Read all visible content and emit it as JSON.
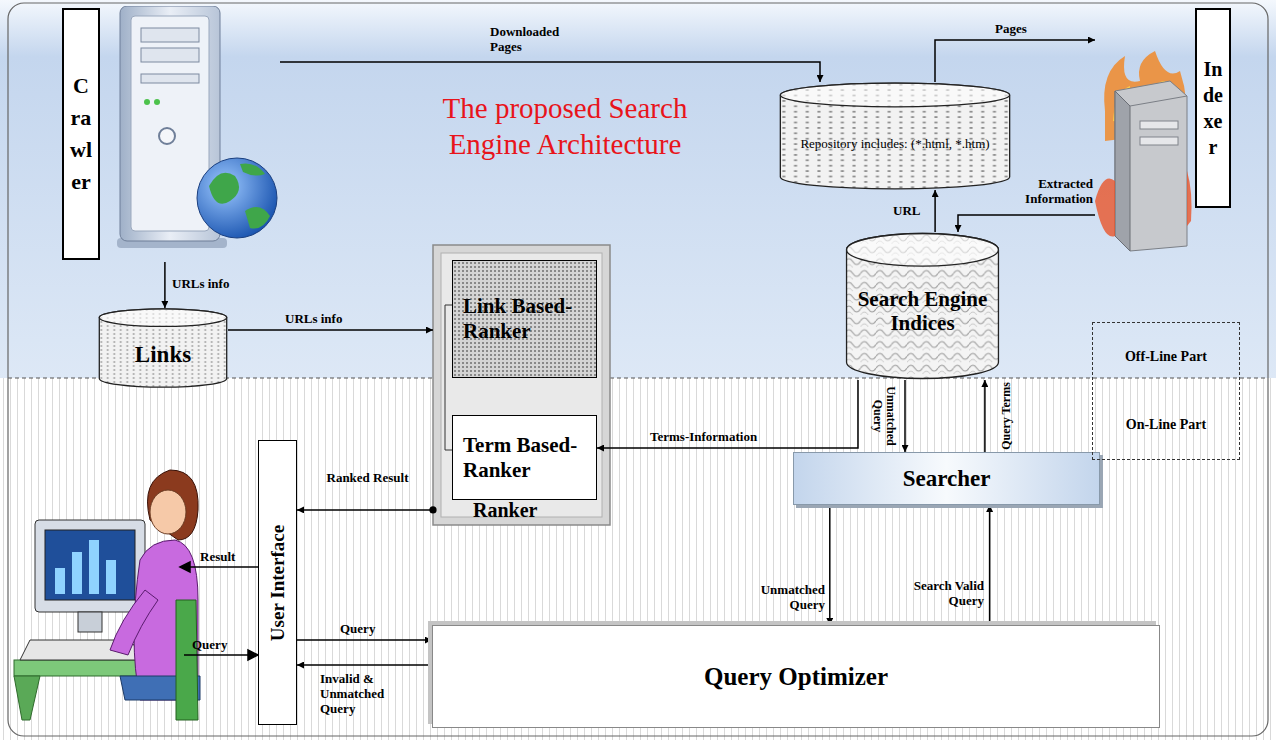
{
  "diagram": {
    "title": "The proposed Search Engine Architecture",
    "nodes": [
      {
        "text": [
          "Crawler"
        ]
      },
      {
        "text": [
          "Links"
        ]
      },
      {
        "text": [
          "Repository includes: (*.html, *.htm)"
        ]
      },
      {
        "text": [
          "Indexer"
        ]
      },
      {
        "text": [
          "Search Engine Indices"
        ]
      },
      {
        "text": [
          "Ranker"
        ]
      },
      {
        "text": [
          "Link Based-Ranker"
        ],
        "in": 5
      },
      {
        "text": [
          "Term Based-Ranker"
        ],
        "in": 5
      },
      {
        "text": [
          "Searcher"
        ]
      },
      {
        "text": [
          "Query Optimizer"
        ]
      },
      {
        "text": [
          "User Interface"
        ]
      },
      {
        "text": [
          "Off-Line Part",
          "On-Line Part"
        ]
      }
    ],
    "edges": [
      {
        "from": 0,
        "to": 2,
        "label": "Downloaded Pages",
        "arrow": "to"
      },
      {
        "from": 0,
        "to": 1,
        "label": "URLs info",
        "arrow": "to"
      },
      {
        "from": 1,
        "to": 5,
        "label": "URLs info",
        "arrow": "to"
      },
      {
        "from": 2,
        "to": 3,
        "label": "Pages",
        "arrow": "to"
      },
      {
        "from": 3,
        "to": 4,
        "label": "Extracted Information",
        "arrow": "to"
      },
      {
        "from": 4,
        "to": 2,
        "label": "URL",
        "arrow": "to"
      },
      {
        "from": 4,
        "to": 7,
        "label": "Terms-Information",
        "arrow": "to"
      },
      {
        "from": 4,
        "to": 8,
        "label": "Unmatched Query",
        "arrow": "to"
      },
      {
        "from": 8,
        "to": 4,
        "label": "Query Terms",
        "arrow": "to"
      },
      {
        "from": 8,
        "to": 9,
        "label": "Unmatched Query",
        "arrow": "to"
      },
      {
        "from": 9,
        "to": 8,
        "label": "Search Valid Query",
        "arrow": "to"
      },
      {
        "from": 5,
        "to": 10,
        "label": "Ranked Result",
        "arrow": "to"
      },
      {
        "from": 10,
        "to": 9,
        "label": "Query",
        "arrow": "to"
      },
      {
        "from": 9,
        "to": 10,
        "label": "Invalid & Unmatched Query",
        "arrow": "to"
      }
    ],
    "labels": [
      "Result",
      "Query"
    ]
  }
}
